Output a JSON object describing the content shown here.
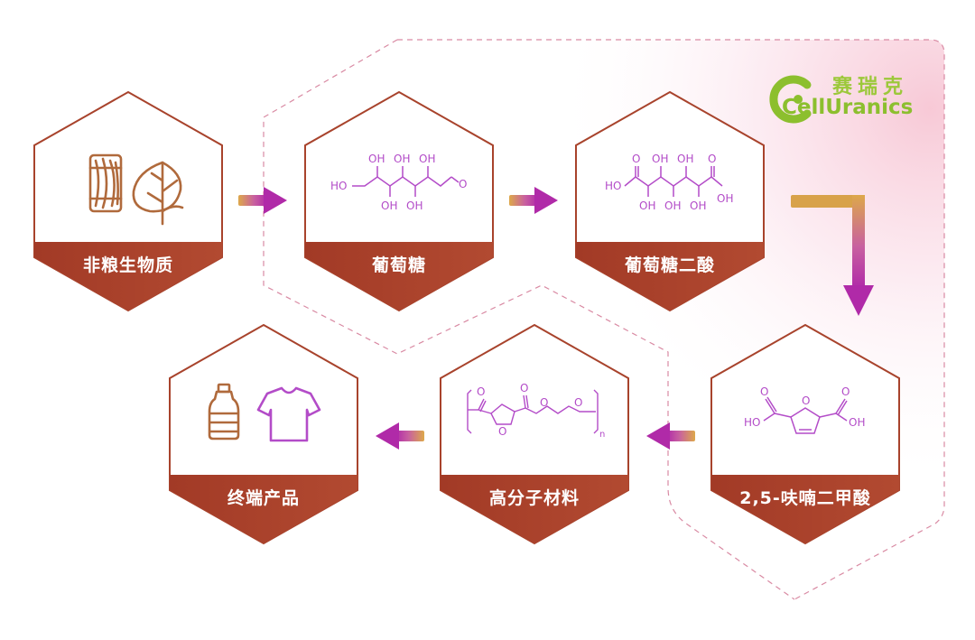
{
  "logo": {
    "brand_cn": "赛瑞克",
    "brand_en": "CellUranics"
  },
  "steps": [
    {
      "label": "非粮生物质",
      "icon": "biomass-icon"
    },
    {
      "label": "葡萄糖",
      "icon": "glucose-structure-icon"
    },
    {
      "label": "葡萄糖二酸",
      "icon": "glucaric-acid-structure-icon"
    },
    {
      "label": "2,5-呋喃二甲酸",
      "icon": "fdca-structure-icon"
    },
    {
      "label": "高分子材料",
      "icon": "polymer-structure-icon"
    },
    {
      "label": "终端产品",
      "icon": "bottle-and-tshirt-icon"
    }
  ],
  "chem": {
    "oh": "OH",
    "ho": "HO",
    "o": "O",
    "n": "n"
  },
  "colors": {
    "hex_outline": "#a8432c",
    "band": "#a8432c",
    "icon_brown": "#b06a3c",
    "chem_purple": "#b34cc8",
    "arrow_orange": "#d8a24a",
    "arrow_purple": "#b030a8",
    "logo_green": "#8cbf2e"
  }
}
